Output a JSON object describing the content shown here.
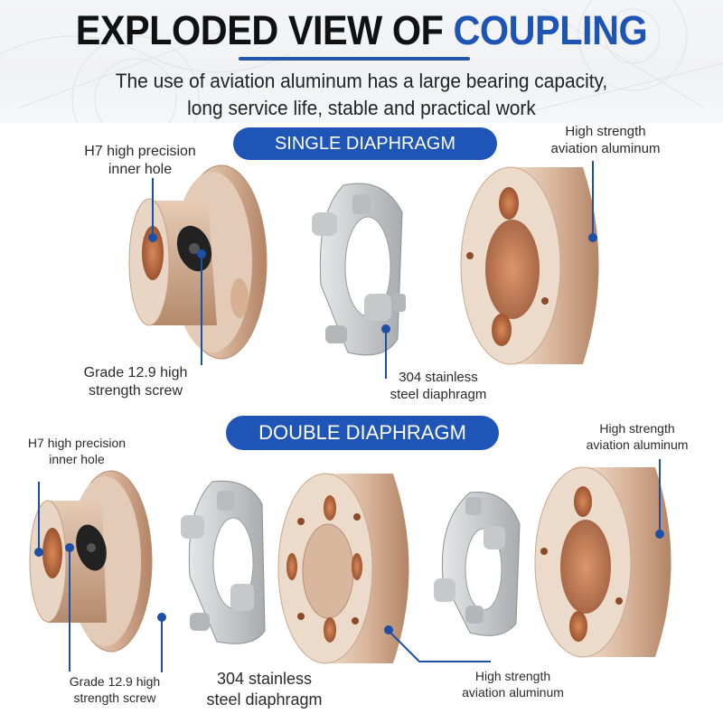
{
  "header": {
    "title_main": "EXPLODED VIEW OF ",
    "title_accent": "COUPLING",
    "subtitle_line1": "The use of aviation aluminum has a large bearing capacity,",
    "subtitle_line2": "long service life, stable and practical work",
    "accent_color": "#1e55b4"
  },
  "single": {
    "heading": "SINGLE DIAPHRAGM",
    "labels": {
      "inner_hole": [
        "H7 high precision",
        "inner hole"
      ],
      "screw": [
        "Grade 12.9 high",
        "strength screw"
      ],
      "diaphragm": [
        "304 stainless",
        "steel diaphragm"
      ],
      "aluminum": [
        "High strength",
        "aviation aluminum"
      ]
    }
  },
  "double": {
    "heading": "DOUBLE DIAPHRAGM",
    "labels": {
      "inner_hole": [
        "H7 high precision",
        "inner hole"
      ],
      "screw": [
        "Grade 12.9 high",
        "strength screw"
      ],
      "diaphragm": [
        "304 stainless",
        "steel diaphragm"
      ],
      "aluminum_right": [
        "High strength",
        "aviation aluminum"
      ],
      "aluminum_spacer": [
        "High strength",
        "aviation aluminum"
      ]
    }
  },
  "colors": {
    "pill": "#1f55b7",
    "leader": "#1c4fa6",
    "bronze_light": "#e8cdb6",
    "bronze_mid": "#c9a184",
    "bronze_dark": "#a9785a",
    "copper_hole": "#b9693f",
    "steel": "#c9cacc"
  }
}
